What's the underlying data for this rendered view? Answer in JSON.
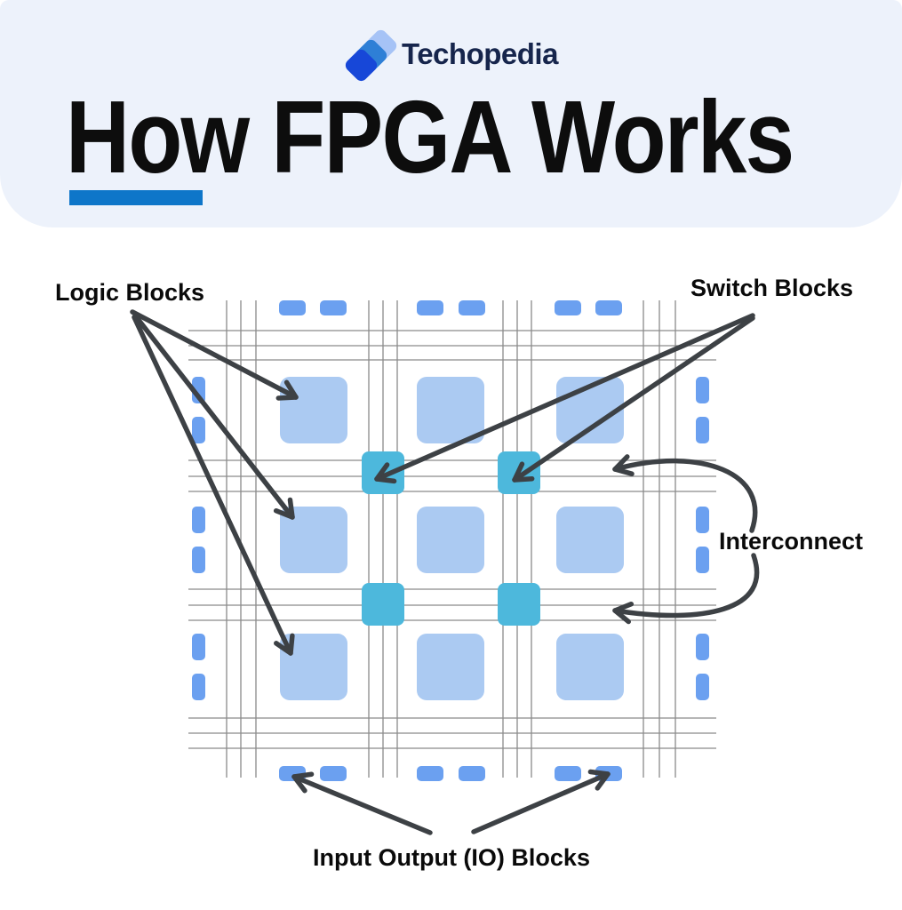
{
  "brand": {
    "name": "Techopedia"
  },
  "title": "How FPGA Works",
  "labels": {
    "logic_blocks": "Logic Blocks",
    "switch_blocks": "Switch Blocks",
    "interconnect": "Interconnect",
    "io_blocks": "Input Output (IO) Blocks"
  },
  "diagram": {
    "logic_block_count": 9,
    "switch_block_count": 4,
    "io_block_count": 24
  },
  "colors": {
    "header_bg": "#edf2fb",
    "page_bg": "#ffffff",
    "title_color": "#0d0d0d",
    "title_underline": "#0e76c9",
    "brand_navy": "#16254c",
    "logo_light": "#a6c3f6",
    "logo_mid": "#2e7fd6",
    "logo_dark": "#1747d8",
    "logic_block": "#abcaf2",
    "io_block": "#6ba0f0",
    "switch_block": "#4db8dc",
    "grid_line": "#8a8a8a",
    "arrow": "#3d4145",
    "label_color": "#0a0a0a"
  }
}
